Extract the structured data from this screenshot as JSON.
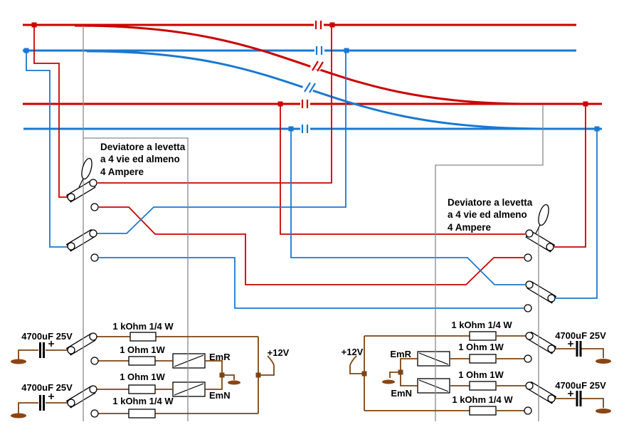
{
  "notes": {
    "left": {
      "line1": "Deviatore a levetta",
      "line2": "a 4 vie ed almeno",
      "line3": "4 Ampere"
    },
    "right": {
      "line1": "Deviatore a levetta",
      "line2": "a 4 vie ed almeno",
      "line3": "4 Ampere"
    }
  },
  "left_cdu": {
    "cap_top": "4700uF 25V",
    "cap_bottom": "4700uF 25V",
    "res_row1": "1 kOhm 1/4 W",
    "res_row2": "1 Ohm 1W",
    "res_row3": "1 Ohm 1W",
    "res_row4": "1 kOhm 1/4 W",
    "relay_top": "EmR",
    "relay_bottom": "EmN",
    "supply": "+12V"
  },
  "right_cdu": {
    "cap_top": "4700uF 25V",
    "cap_bottom": "4700uF 25V",
    "res_row1": "1 kOhm 1/4 W",
    "res_row2": "1 Ohm 1W",
    "res_row3": "1 Ohm 1W",
    "res_row4": "1 kOhm 1/4 W",
    "relay_top": "EmR",
    "relay_bottom": "EmN",
    "supply": "+12V"
  },
  "colors": {
    "rail_red": "#cc0000",
    "rail_blue": "#1a78d2",
    "wire_brown": "#7d4413",
    "ground_brown": "#8b4513",
    "linkage_gray": "#8a8a8a",
    "text_black": "#000000"
  }
}
